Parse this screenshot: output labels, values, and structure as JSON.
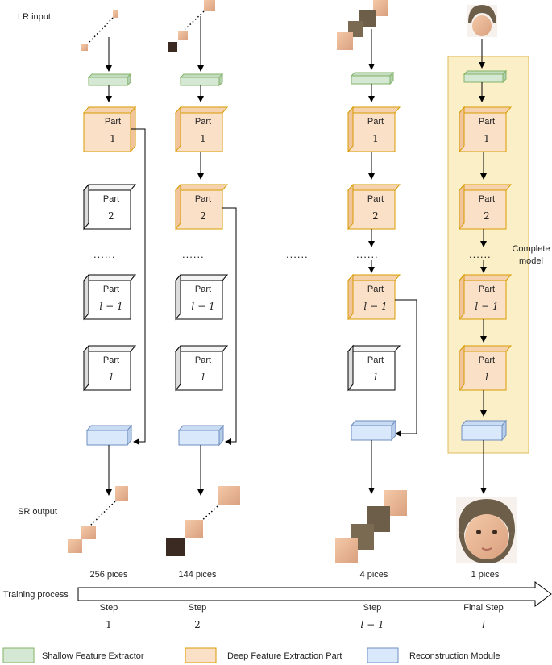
{
  "labels": {
    "lr_input": "LR input",
    "sr_output": "SR output",
    "training_process": "Training process",
    "complete_model": [
      "Complete",
      "model"
    ],
    "part_word": "Part",
    "dots": "......"
  },
  "columns": [
    {
      "pieces": "256 pices",
      "step_word": "Step",
      "step_num": "1",
      "part1": "1",
      "part2": "2",
      "partl1": "l − 1",
      "partl": "l"
    },
    {
      "pieces": "144 pices",
      "step_word": "Step",
      "step_num": "2",
      "part1": "1",
      "part2": "2",
      "partl1": "l − 1",
      "partl": "l"
    },
    {
      "pieces": "4 pices",
      "step_word": "Step",
      "step_num": "l − 1",
      "part1": "1",
      "part2": "2",
      "partl1": "l − 1",
      "partl": "l"
    },
    {
      "pieces": "1 pices",
      "step_word": "Final Step",
      "step_num": "l",
      "part1": "1",
      "part2": "2",
      "partl1": "l − 1",
      "partl": "l"
    }
  ],
  "legend": {
    "shallow": "Shallow Feature Extractor",
    "deep": "Deep Feature Extraction Part",
    "recon": "Reconstruction Module"
  },
  "colors": {
    "green_fill": "#d5e8d4",
    "green_stroke": "#82b366",
    "orange_fill": "#fbe0c8",
    "orange_stroke": "#d79b00",
    "blue_fill": "#dae8fc",
    "blue_stroke": "#6c8ebf",
    "model_bg": "#fbefc8",
    "model_stroke": "#e2b85a"
  }
}
